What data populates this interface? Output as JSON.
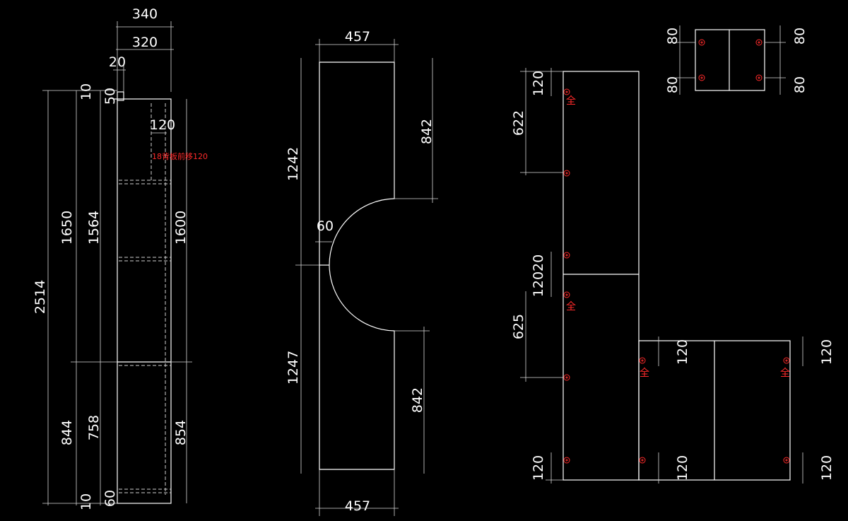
{
  "colors": {
    "background": "#000000",
    "lines": "#ffffff",
    "annotation": "#ff2a2a"
  },
  "side_view": {
    "top_width_outer": "340",
    "top_width_inner": "320",
    "top_offset": "20",
    "total_height": "2514",
    "upper_height": "1650",
    "upper_inner_height": "1564",
    "lower_height": "844",
    "lower_inner_height": "758",
    "top_gap": "10",
    "top_rail": "50",
    "bottom_gap": "10",
    "bottom_rail": "60",
    "right_upper": "1600",
    "right_lower": "854",
    "inner_offset": "120",
    "note": "18背板前移120"
  },
  "arc_panel": {
    "top_width": "457",
    "bottom_width": "457",
    "left_upper": "1242",
    "left_lower": "1247",
    "right_upper": "842",
    "right_lower": "842",
    "arc_depth": "60"
  },
  "door_detail": {
    "small_left_top": "80",
    "small_left_bottom": "80",
    "small_right_top": "80",
    "small_right_bottom": "80",
    "tall_top_margin": "120",
    "tall_upper": "622",
    "tall_mid_margin": "12020",
    "tall_lower": "625",
    "tall_bottom_margin": "120",
    "low_left_top": "120",
    "low_left_bottom": "120",
    "low_right_top": "120",
    "low_right_bottom": "120",
    "hinge_mark": "全"
  }
}
